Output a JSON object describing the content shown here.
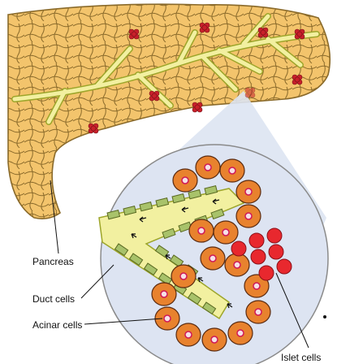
{
  "labels": {
    "pancreas": "Pancreas",
    "duct_cells": "Duct cells",
    "acinar_cells": "Acinar cells",
    "islet_cells": "Islet cells"
  },
  "colors": {
    "lobule_fill": "#f3c46c",
    "lobule_stroke": "#8a6a2a",
    "duct_yellow": "#f2f0a0",
    "duct_outline": "#9da52a",
    "islet_red": "#e8282e",
    "acinar_orange": "#e8822e",
    "nucleus": "#d01858",
    "zoom_blue": "#dde4f2",
    "duct_cell_green": "#a8c26a"
  }
}
